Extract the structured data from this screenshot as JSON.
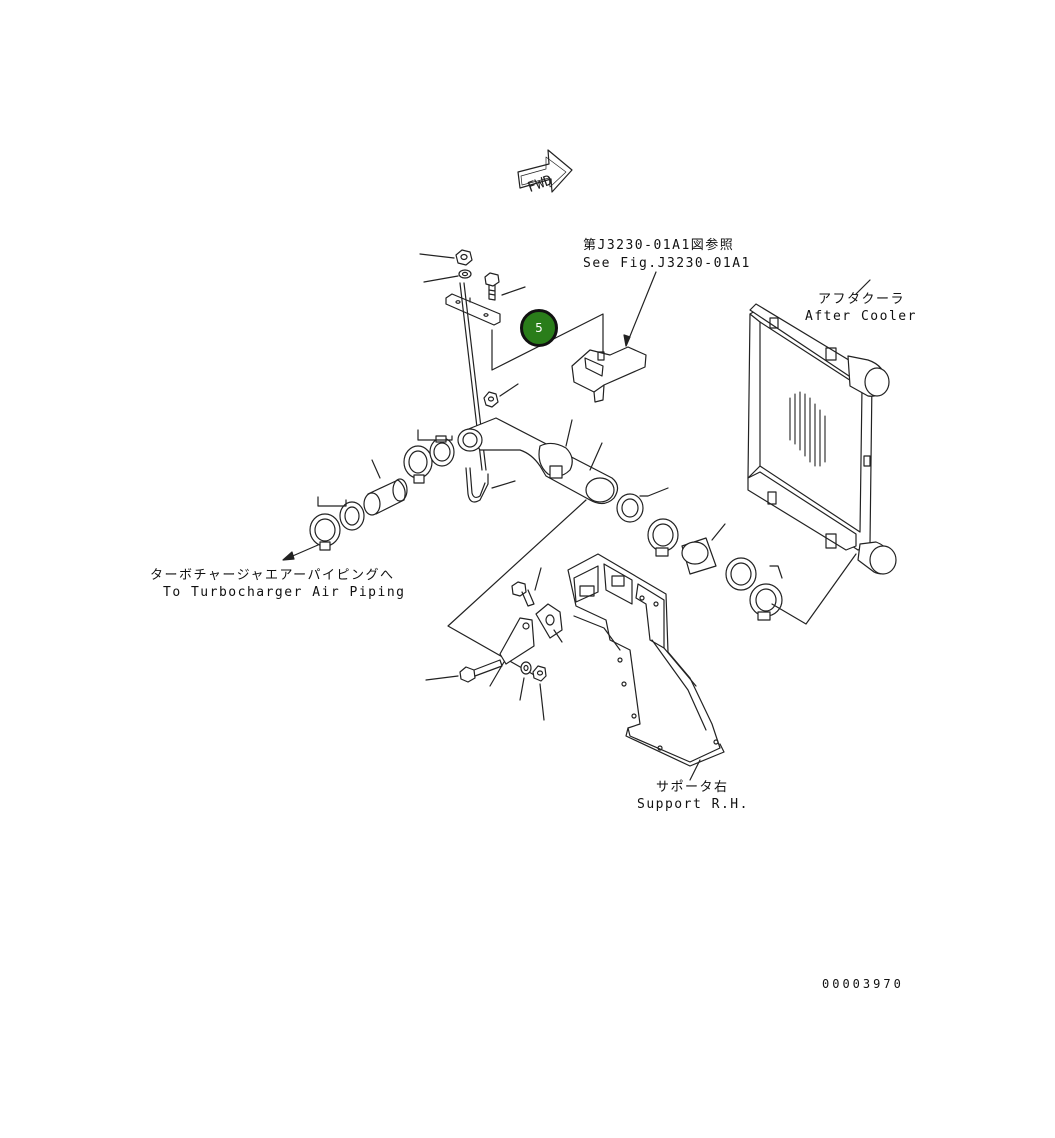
{
  "fwd": {
    "text": "FWD"
  },
  "refs": {
    "see_fig_jp": "第J3230-01A1図参照",
    "see_fig_en": "See Fig.J3230-01A1"
  },
  "components": {
    "after_cooler_jp": "アフタクーラ",
    "after_cooler_en": "After Cooler",
    "turbo_jp": "ターボチャージャエアーパイピングへ",
    "turbo_en": "To Turbocharger Air Piping",
    "support_jp": "サポータ右",
    "support_en": "Support R.H."
  },
  "marker": {
    "number": "5",
    "color": "#2a7d1a"
  },
  "drawing_code": "00003970"
}
